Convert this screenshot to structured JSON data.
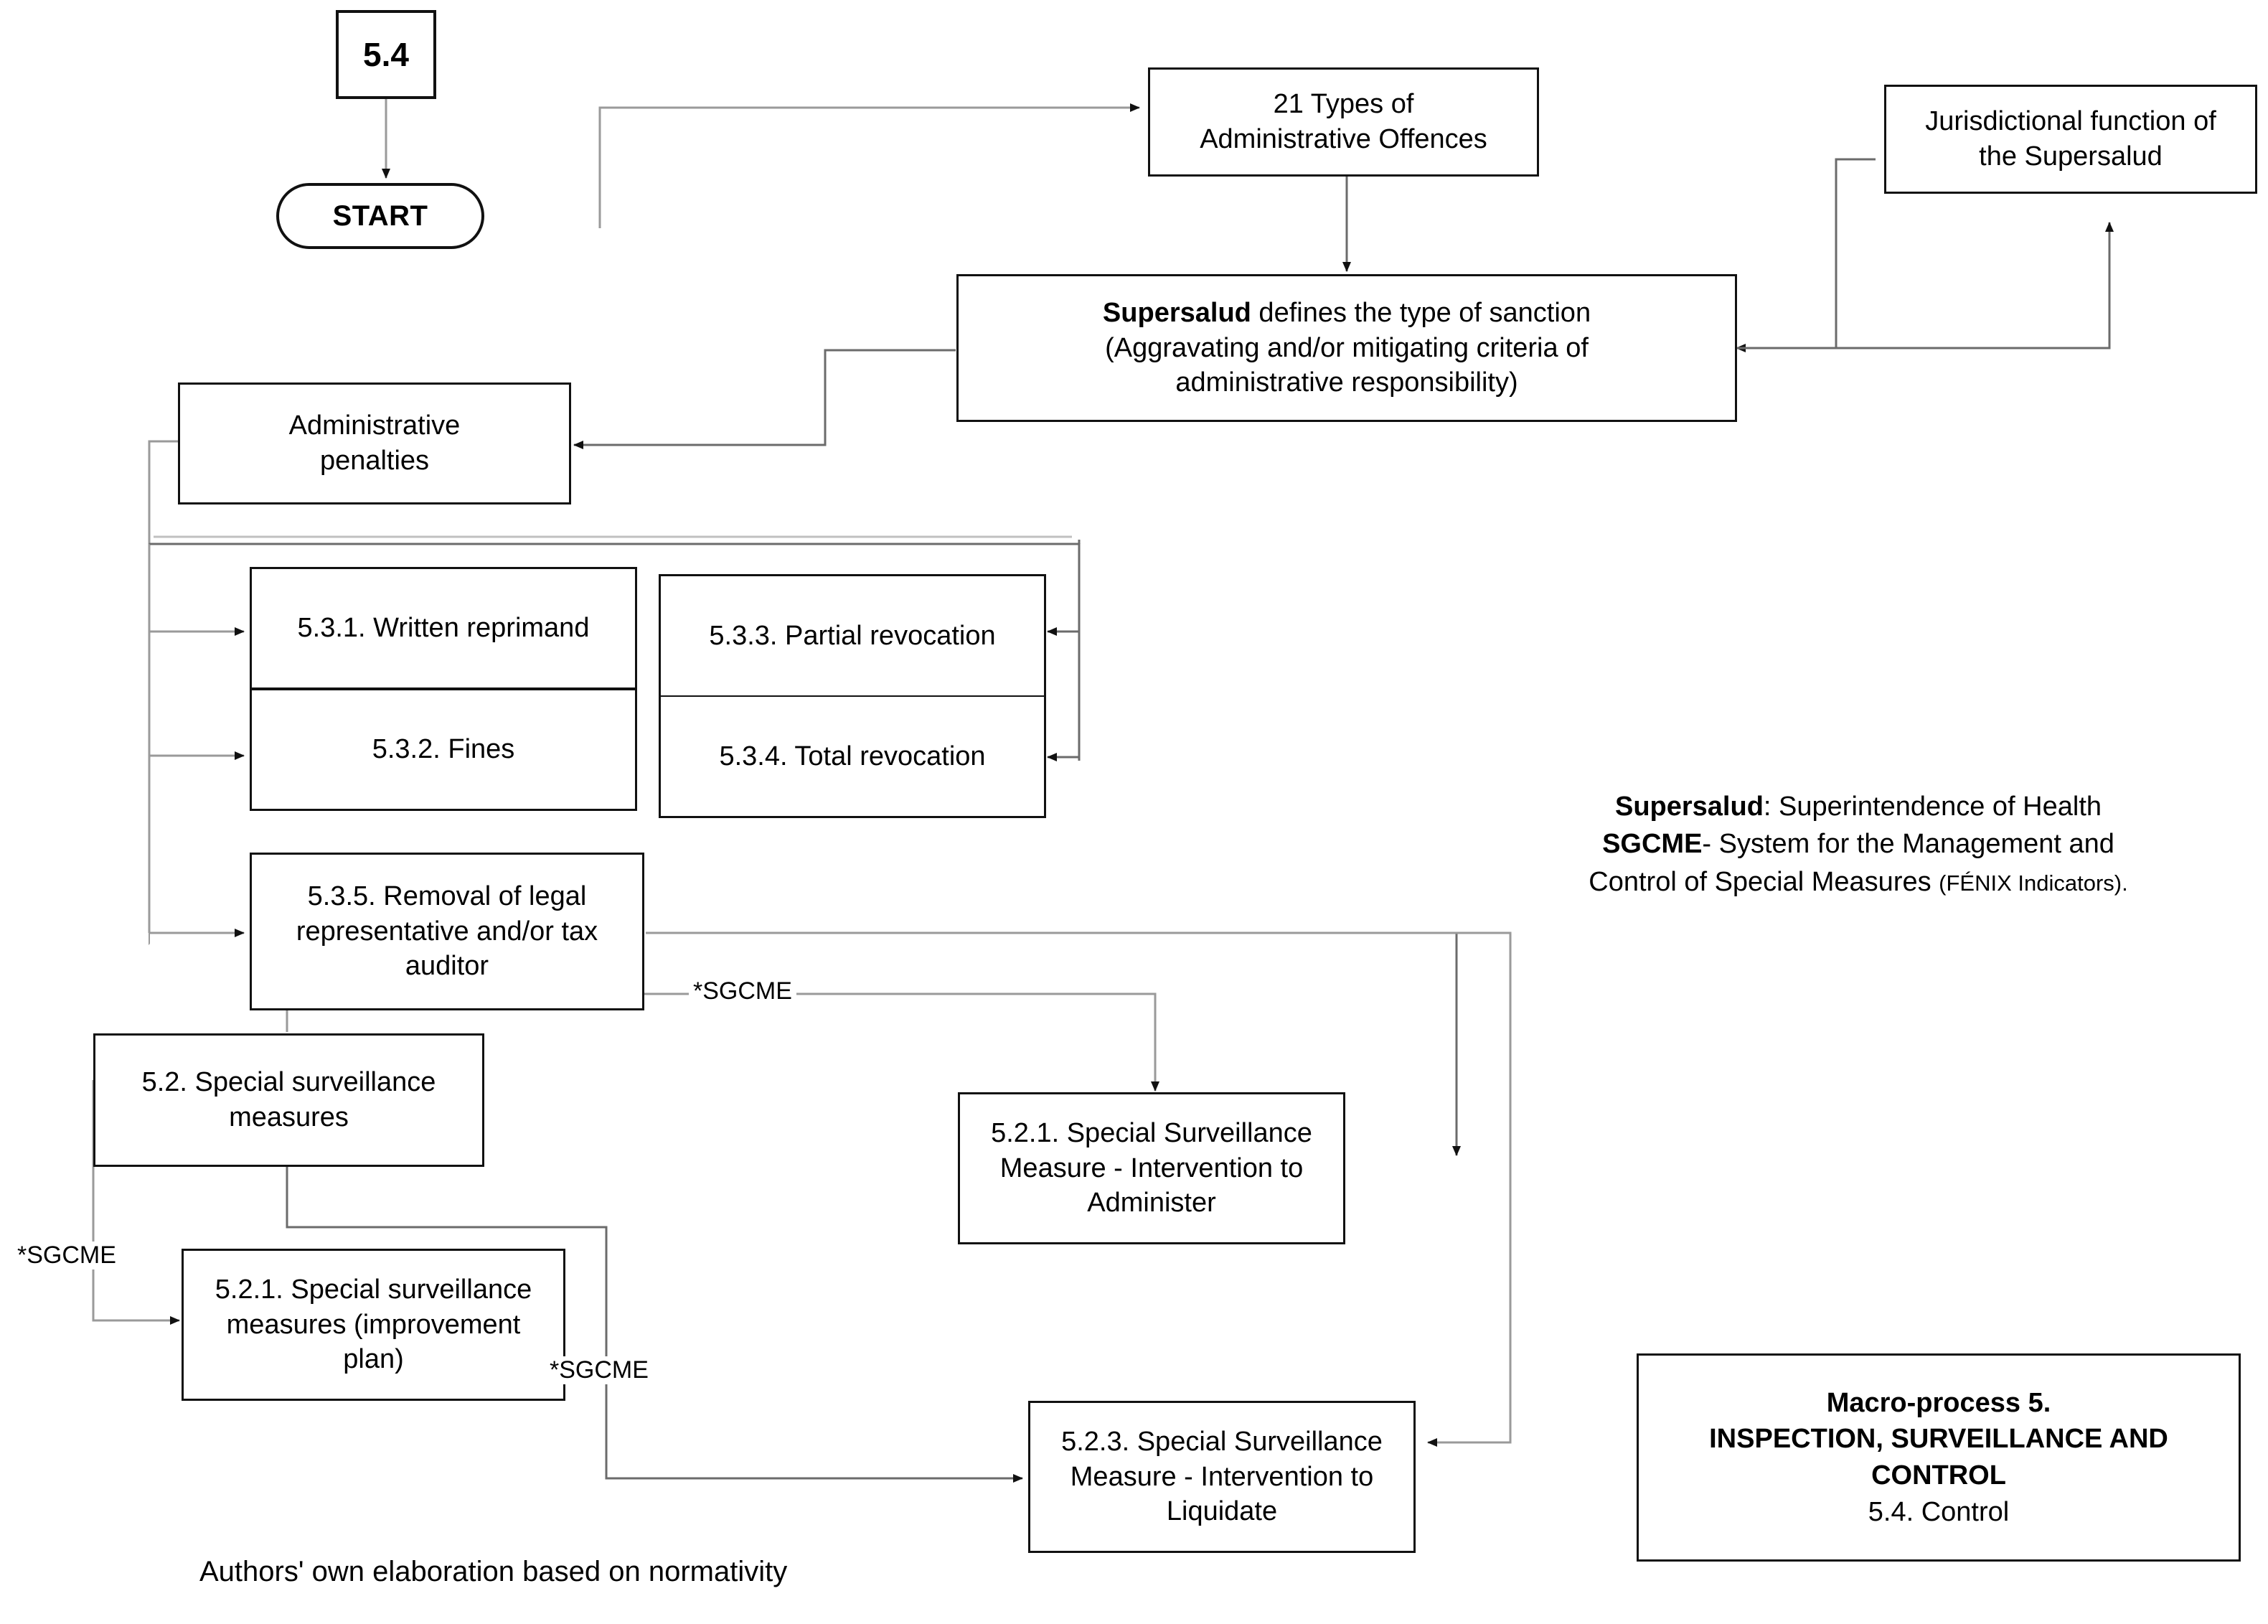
{
  "diagram": {
    "title_tag": "5.4",
    "start_label": "START",
    "footer_caption": "Authors' own elaboration based on normativity"
  },
  "nodes": {
    "offences": "21 Types of\nAdministrative Offences",
    "jurisdictional": "Jurisdictional function of\nthe Supersalud",
    "supersalud_bold": "Supersalud",
    "supersalud_rest": " defines the type of sanction",
    "supersalud_line2": "(Aggravating and/or mitigating criteria of",
    "supersalud_line3": "administrative responsibility)",
    "admin_penalties": "Administrative\npenalties",
    "s531": "5.3.1. Written reprimand",
    "s532": "5.3.2. Fines",
    "s533": "5.3.3. Partial revocation",
    "s534": "5.3.4. Total revocation",
    "s535": "5.3.5. Removal of legal\nrepresentative and/or tax\nauditor",
    "s52": "5.2. Special surveillance\nmeasures",
    "s521_plan": "5.2.1. Special surveillance\nmeasures (improvement\nplan)",
    "s521_admin": "5.2.1. Special Surveillance\nMeasure - Intervention to\nAdminister",
    "s523_liquidate": "5.2.3. Special Surveillance\nMeasure - Intervention to\nLiquidate"
  },
  "edge_labels": {
    "sgcme_1": "*SGCME",
    "sgcme_2": "*SGCME",
    "sgcme_3": "*SGCME"
  },
  "legend": {
    "supersalud_term": "Supersalud",
    "supersalud_def": ": Superintendence of Health",
    "sgcme_term": "SGCME",
    "sgcme_def": "- System for the Management and",
    "sgcme_def2": "Control of Special Measures ",
    "sgcme_paren": "(FÉNIX Indicators)."
  },
  "macro_box": {
    "line1": "Macro-process 5.",
    "line2": "INSPECTION, SURVEILLANCE AND",
    "line3": "CONTROL",
    "line4": "5.4. Control"
  },
  "colors": {
    "stroke": "#111111",
    "wire": "#6b6b6b",
    "wire_light": "#9a9a9a",
    "background": "#ffffff"
  }
}
